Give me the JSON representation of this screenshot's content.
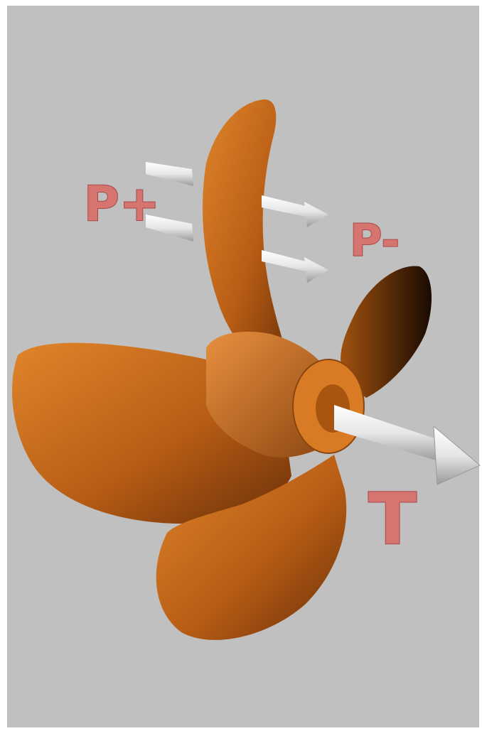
{
  "figure": {
    "background_color": "#c0c0c0",
    "propeller_color": "#c0661a",
    "arrow_color": "#e8e8e8",
    "label_color": "#d67470"
  },
  "labels": {
    "p_plus": "P+",
    "p_minus": "P-",
    "thrust": "T"
  }
}
